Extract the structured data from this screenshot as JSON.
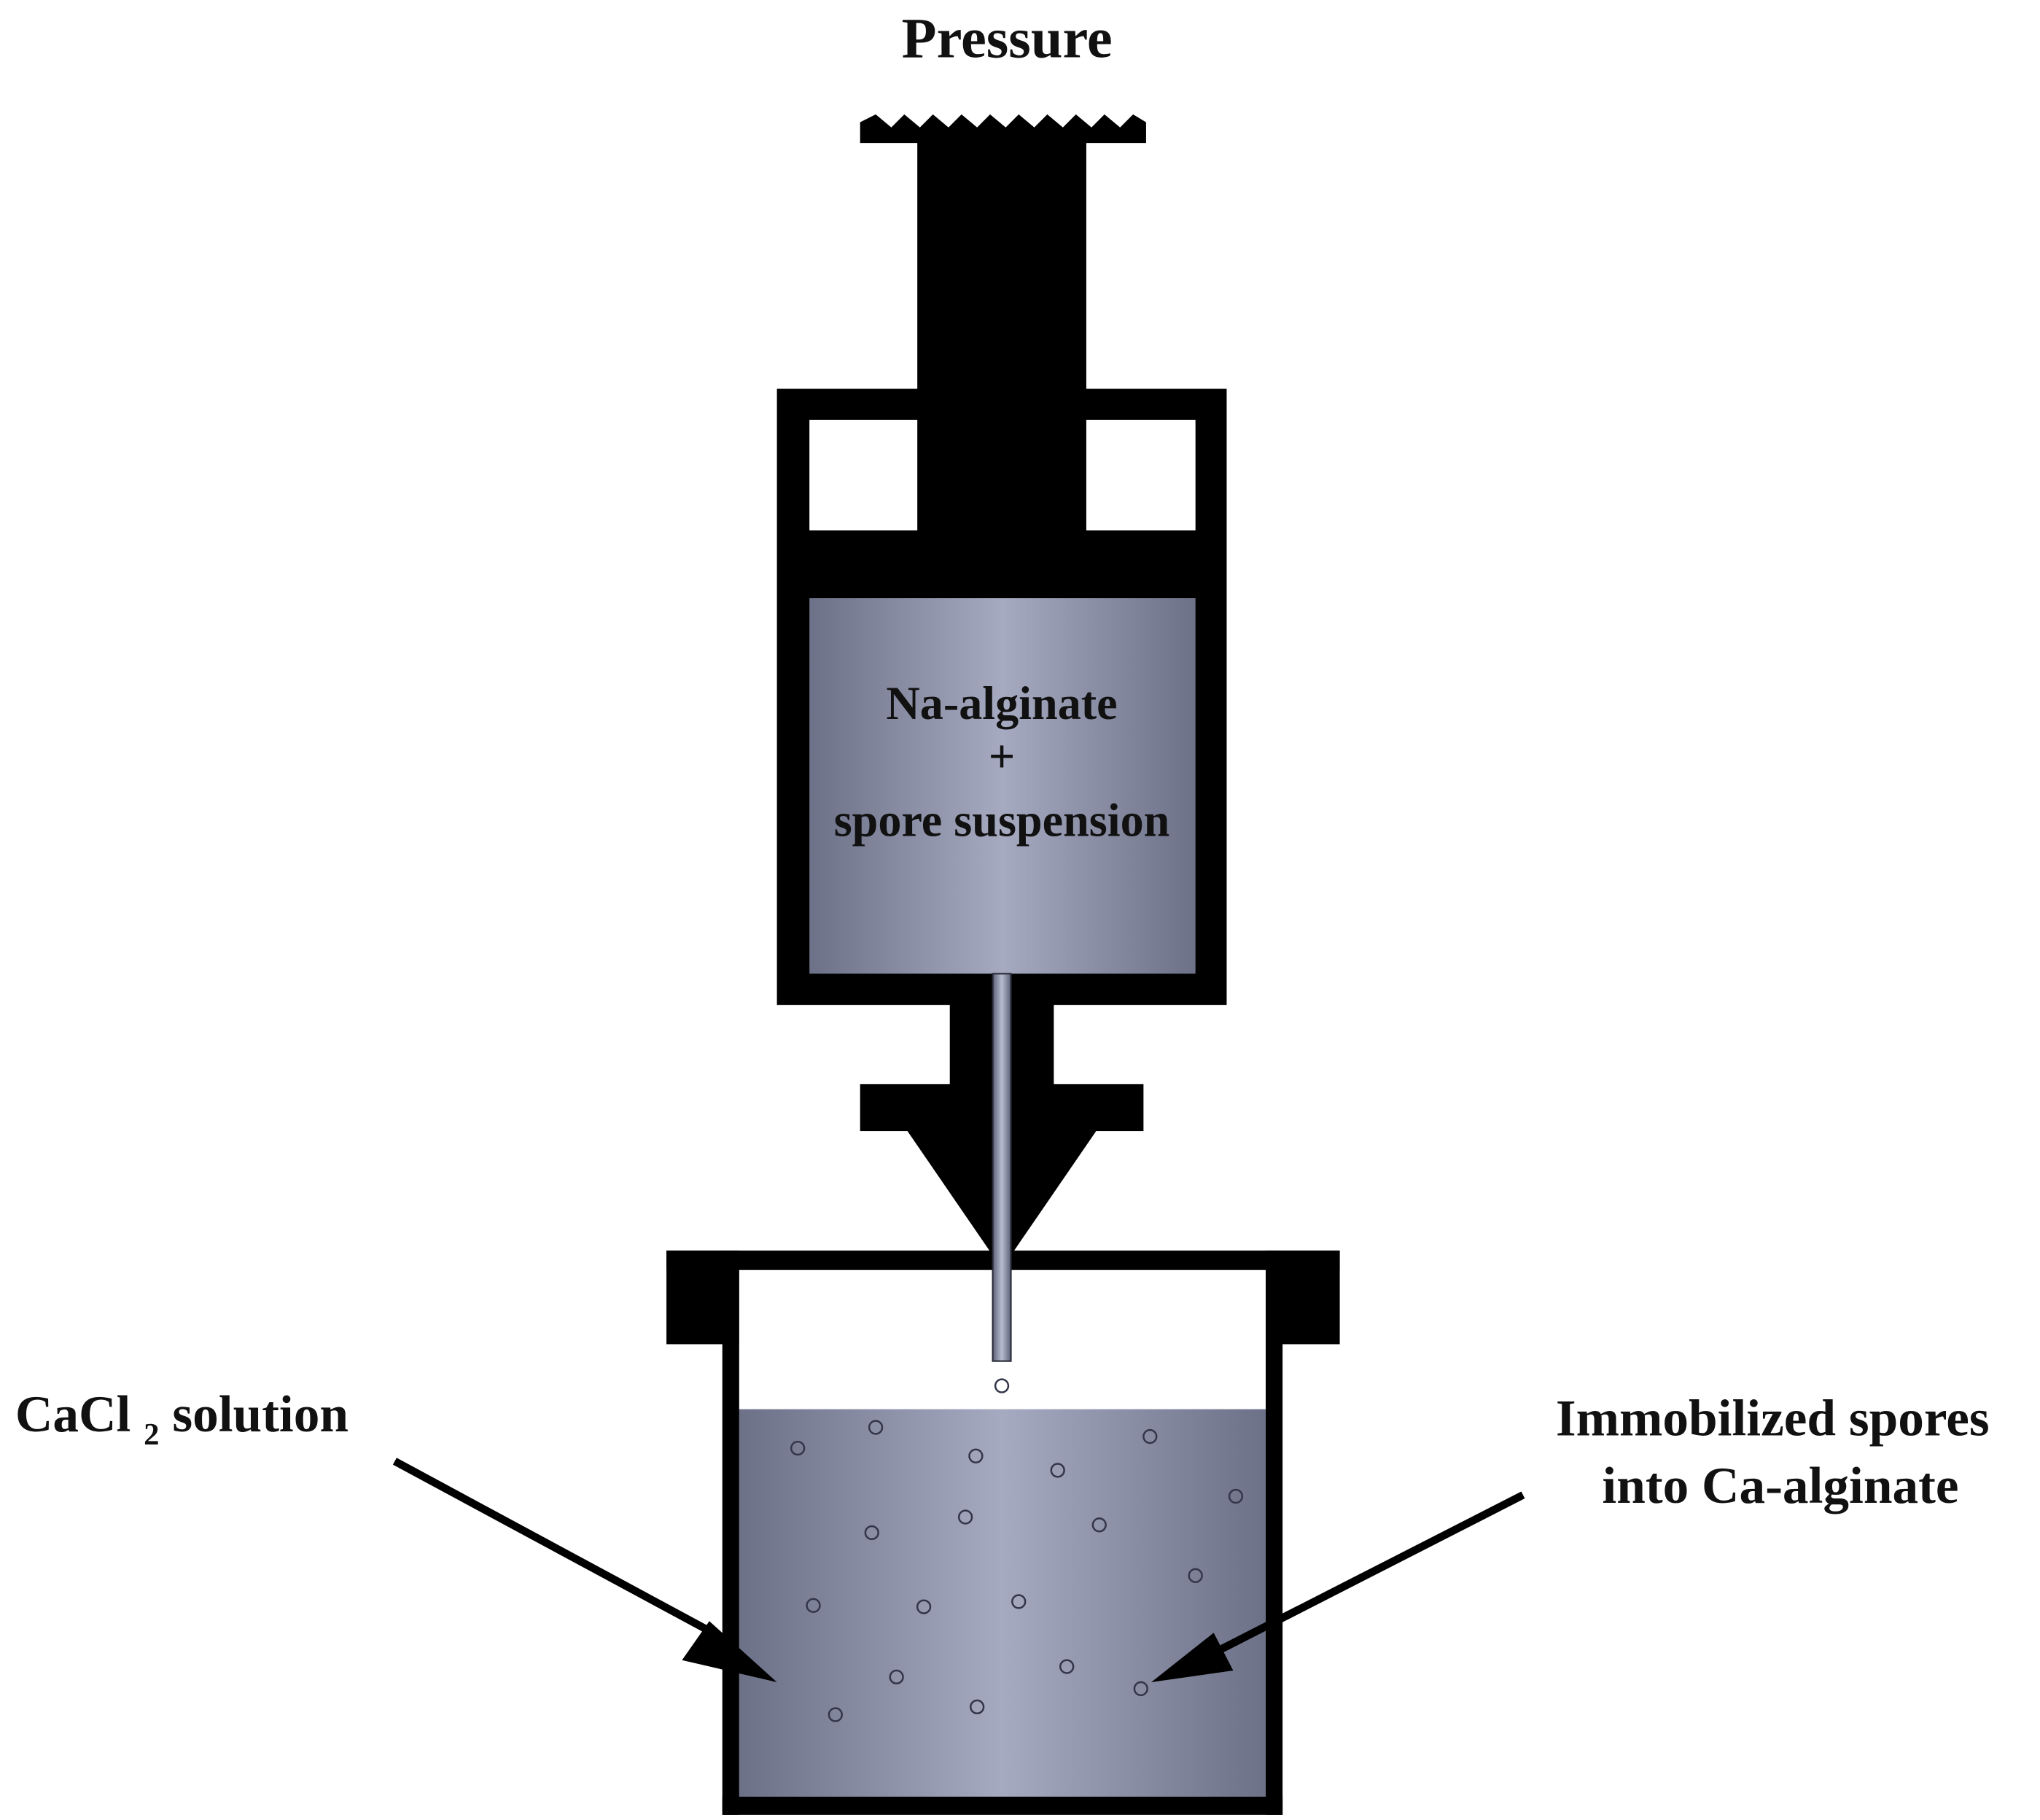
{
  "labels": {
    "pressure": "Pressure",
    "syringe_line1": "Na-alginate",
    "syringe_line2": "+",
    "syringe_line3": "spore suspension",
    "cacl2_main": "CaCl",
    "cacl2_subscript": "2",
    "cacl2_tail": " solution",
    "spores_line1": "Immobilized spores",
    "spores_line2": "into Ca-alginate"
  },
  "colors": {
    "outline": "#000000",
    "liquid_edge": "#6d7188",
    "liquid_center": "#a6aac0",
    "bead_stroke": "#33364a"
  }
}
